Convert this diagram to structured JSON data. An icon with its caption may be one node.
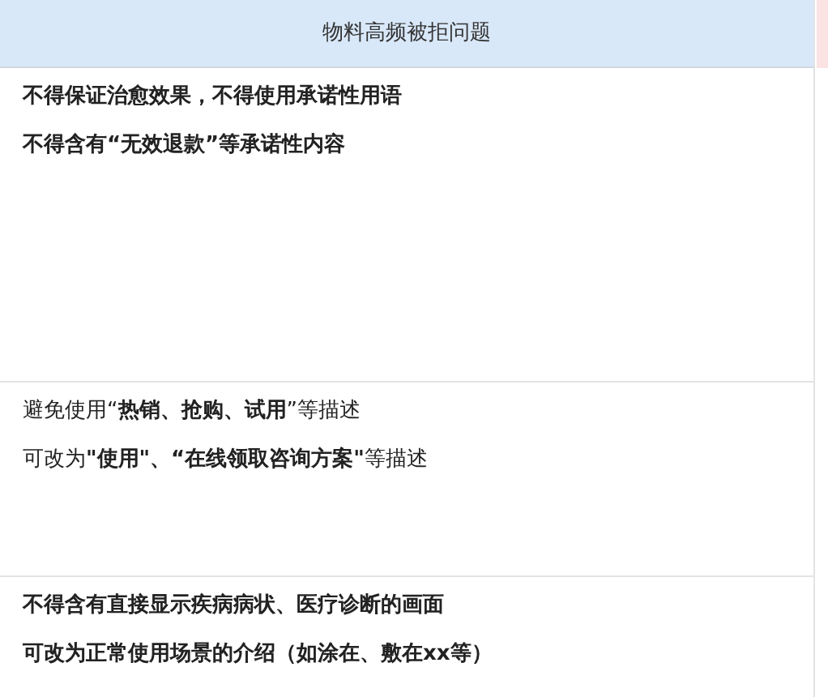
{
  "diagram": {
    "labels": [
      "物料高频被拒问题",
      "不得保证治愈效果，不得使用承诺性用语",
      "不得含有“无效退款”等承诺性内容",
      "避免使用“**热销、抢购、试用**”等描述",
      "可改为**\"使用\"、“在线领取咨询方案\"**等描述",
      "不得含有直接显示疾病病状、医疗诊断的画面",
      "可改为正常使用场景的介绍（如涂在、敷在xx等）"
    ]
  }
}
